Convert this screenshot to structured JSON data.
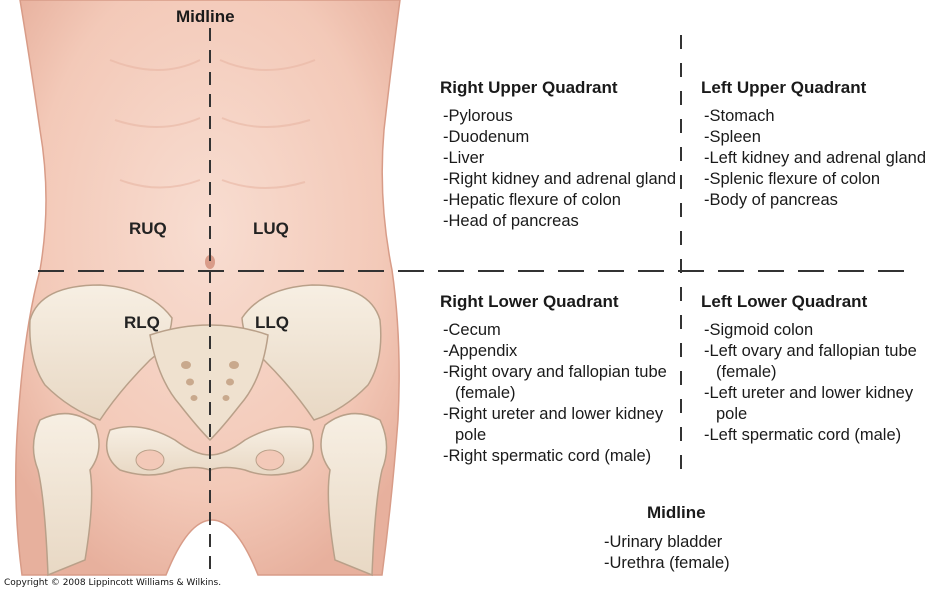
{
  "figure": {
    "midline_top_label": "Midline",
    "region_labels": {
      "ruq": "RUQ",
      "luq": "LUQ",
      "rlq": "RLQ",
      "llq": "LLQ"
    }
  },
  "quadrants": {
    "right_upper": {
      "title": "Right Upper Quadrant",
      "items": [
        "-Pylorous",
        "-Duodenum",
        "-Liver",
        "-Right kidney and adrenal gland",
        "-Hepatic flexure of colon",
        "-Head of pancreas"
      ]
    },
    "left_upper": {
      "title": "Left Upper Quadrant",
      "items": [
        "-Stomach",
        "-Spleen",
        "-Left kidney and adrenal gland",
        "-Splenic flexure of colon",
        "-Body of pancreas"
      ]
    },
    "right_lower": {
      "title": "Right Lower Quadrant",
      "items": [
        "-Cecum",
        "-Appendix",
        "-Right ovary and fallopian tube (female)",
        "-Right ureter and lower kidney pole",
        "-Right spermatic cord (male)"
      ]
    },
    "left_lower": {
      "title": "Left Lower Quadrant",
      "items": [
        "-Sigmoid colon",
        "-Left ovary and fallopian tube (female)",
        "-Left ureter and lower kidney pole",
        "-Left spermatic cord (male)"
      ]
    },
    "midline": {
      "title": "Midline",
      "items": [
        "-Urinary bladder",
        "-Urethra (female)"
      ]
    }
  },
  "copyright": "Copyright © 2008 Lippincott Williams & Wilkins.",
  "colors": {
    "skin": "#f4cdbf",
    "skin_shadow": "#e6ad9b",
    "bone": "#f4eadc",
    "bone_shadow": "#cdb9a3",
    "dash": "#333333"
  }
}
